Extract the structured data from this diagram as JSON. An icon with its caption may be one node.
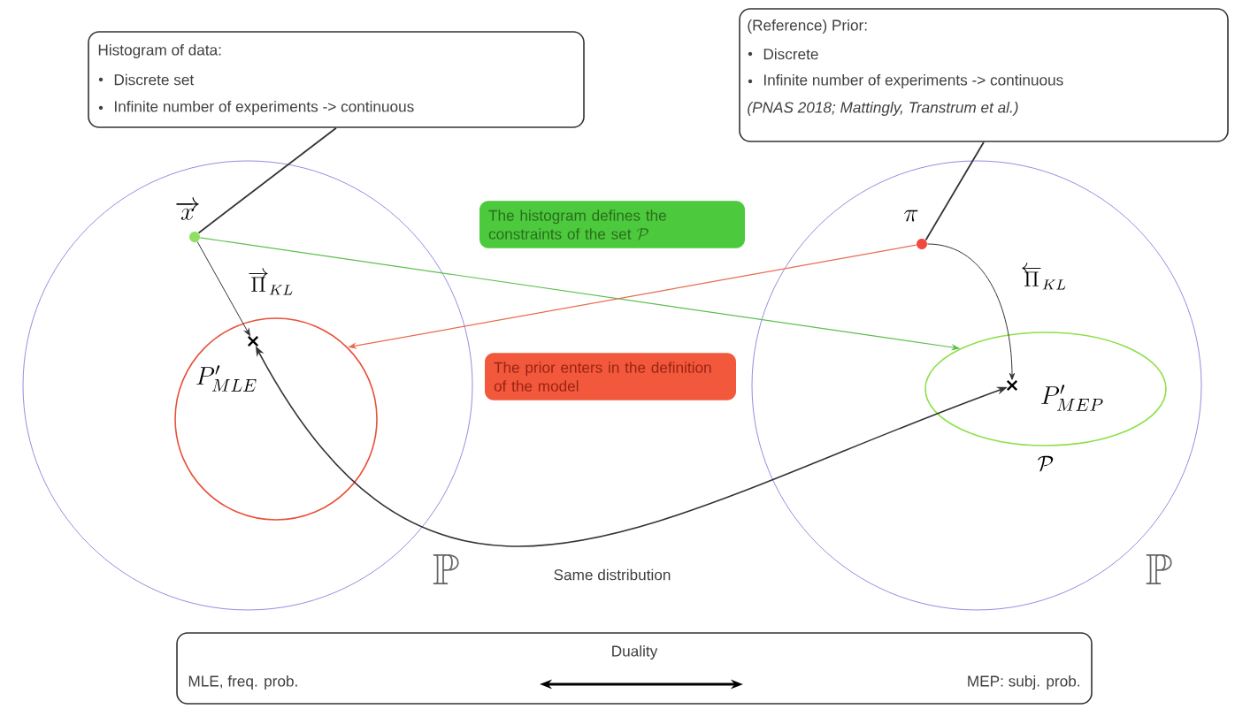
{
  "diagram": {
    "nodes": [
      {
        "text": [
          "Histogram of data:",
          "Discrete set",
          "Infinite number of experiments -> continuous"
        ]
      },
      {
        "text": [
          "(Reference) Prior:",
          "Discrete",
          "Infinite number of experiments -> continuous",
          "(PNAS 2018; Mattingly, Transtrum et al.)"
        ]
      },
      {
        "text": [
          "\\mathbb{P}"
        ]
      },
      {
        "text": [
          "\\mathbb{P}"
        ]
      },
      {
        "text": [
          "\\overrightarrow{x}"
        ],
        "in": 2
      },
      {
        "text": [],
        "shape": "circle",
        "in": 2
      },
      {
        "text": [
          "P'_{MLE}"
        ],
        "in": 5
      },
      {
        "text": [
          "\\pi"
        ],
        "in": 3
      },
      {
        "text": [
          "\\mathcal{P}"
        ],
        "in": 3
      },
      {
        "text": [
          "P'_{MEP}"
        ],
        "in": 8
      },
      {
        "text": [
          "The histogram defines the constraints of the set",
          "\\mathcal{P}"
        ]
      },
      {
        "text": [
          "The prior enters in the definition of the model"
        ]
      },
      {
        "text": [
          "Duality",
          "MLE, freq. prob.",
          "MEP: subj. prob."
        ]
      }
    ],
    "edges": [
      {
        "from": 0,
        "to": 4,
        "arrow": "none"
      },
      {
        "from": 1,
        "to": 7,
        "arrow": "none"
      },
      {
        "from": 4,
        "to": 6,
        "arrow": "to",
        "label": "\\overrightarrow{\\Pi}_{KL}"
      },
      {
        "from": 7,
        "to": 9,
        "arrow": "to",
        "label": "\\overleftarrow{\\Pi}_{KL}"
      },
      {
        "from": 4,
        "to": 8,
        "arrow": "to",
        "color": "#5cbf4c"
      },
      {
        "from": 7,
        "to": 5,
        "arrow": "to",
        "color": "#e86a50"
      },
      {
        "from": 6,
        "to": 9,
        "arrow": "both",
        "label": "Same distribution"
      }
    ]
  }
}
